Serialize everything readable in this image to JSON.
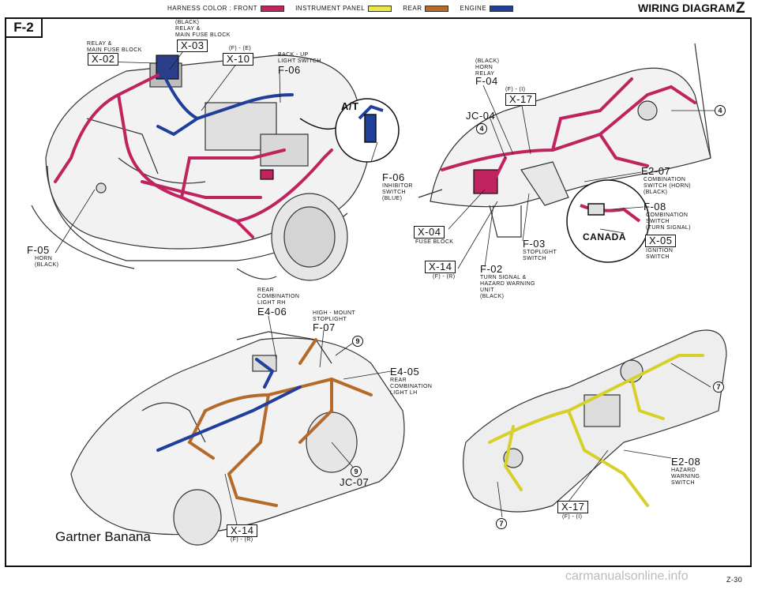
{
  "header": {
    "harness_label": "HARNESS COLOR : FRONT",
    "instrument_label": "INSTRUMENT PANEL",
    "rear_label": "REAR",
    "engine_label": "ENGINE",
    "title": "WIRING DIAGRAM",
    "section_letter": "Z"
  },
  "page_box": "F-2",
  "colors": {
    "front": "#c0245e",
    "instrument": "#e8e84a",
    "rear": "#b56a2a",
    "engine": "#1f3f9a"
  },
  "labels": {
    "relay_black": "(BLACK)\nRELAY &\nMAIN FUSE BLOCK",
    "x03": "X-03",
    "relay_main": "RELAY &\nMAIN FUSE BLOCK",
    "x02": "X-02",
    "fe": "(F) - (E)",
    "x10": "X-10",
    "backup": "BACK - UP\nLIGHT SWITCH",
    "f06_top": "F-06",
    "at": "A/T",
    "f06_inhib": "F-06",
    "inhibitor": "INHIBITOR\nSWITCH\n(BLUE)",
    "f05": "F-05",
    "horn": "HORN\n(BLACK)",
    "horn_relay": "(BLACK)\nHORN\nRELAY",
    "f04": "F-04",
    "fi": "(F) - (I)",
    "x17_top": "X-17",
    "jc04": "JC-04",
    "circle4a": "4",
    "circle4b": "4",
    "e2_07": "E2-07",
    "combo_horn": "COMBINATION\nSWITCH (HORN)\n(BLACK)",
    "f08": "F-08",
    "combo_turn": "COMBINATION\nSWITCH\n(TURN SIGNAL)",
    "x04": "X-04",
    "fuse_block": "FUSE BLOCK",
    "f03": "F-03",
    "stoplight": "STOPLIGHT\nSWITCH",
    "canada": "CANADA",
    "x05": "X-05",
    "ignition": "IGNITION\nSWITCH",
    "x14_mid": "X-14",
    "fr": "(F) - (R)",
    "f02": "F-02",
    "turn_hazard": "TURN SIGNAL &\nHAZARD WARNING\nUNIT\n(BLACK)",
    "rear_combo_rh": "REAR\nCOMBINATION\nLIGHT RH",
    "e4_06": "E4-06",
    "high_mount": "HIGH - MOUNT\nSTOPLIGHT",
    "f07": "F-07",
    "circle9a": "9",
    "e4_05": "E4-05",
    "rear_combo_lh": "REAR\nCOMBINATION\nLIGHT LH",
    "circle9b": "9",
    "jc07": "JC-07",
    "x14_bot": "X-14",
    "fr_bot": "(F) - (R)",
    "circle7a": "7",
    "e2_08": "E2-08",
    "hazard_sw": "HAZARD\nWARNING\nSWITCH",
    "x17_bot": "X-17",
    "fi_bot": "(F) - (I)",
    "circle7b": "7"
  },
  "caption": "Gartner Banana",
  "page_number": "Z-30",
  "watermark": "carmanualsonline.info"
}
